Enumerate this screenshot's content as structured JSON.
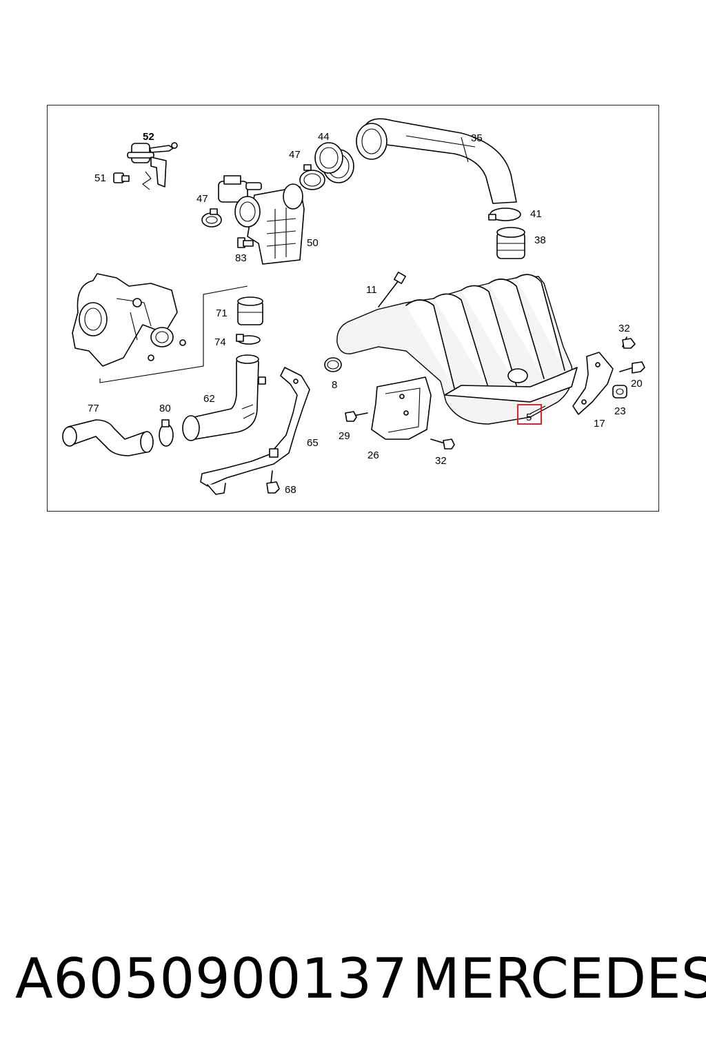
{
  "diagram": {
    "callouts": [
      {
        "id": "c52",
        "text": "52",
        "bold": true
      },
      {
        "id": "c51",
        "text": "51"
      },
      {
        "id": "c47a",
        "text": "47"
      },
      {
        "id": "c44",
        "text": "44"
      },
      {
        "id": "c35",
        "text": "35"
      },
      {
        "id": "c47b",
        "text": "47"
      },
      {
        "id": "c50",
        "text": "50"
      },
      {
        "id": "c83",
        "text": "83"
      },
      {
        "id": "c41",
        "text": "41"
      },
      {
        "id": "c38",
        "text": "38"
      },
      {
        "id": "c11",
        "text": "11"
      },
      {
        "id": "c71",
        "text": "71"
      },
      {
        "id": "c74",
        "text": "74"
      },
      {
        "id": "c32a",
        "text": "32"
      },
      {
        "id": "c20",
        "text": "20"
      },
      {
        "id": "c8",
        "text": "8"
      },
      {
        "id": "c23",
        "text": "23"
      },
      {
        "id": "c5",
        "text": "5",
        "highlighted": true
      },
      {
        "id": "c17",
        "text": "17"
      },
      {
        "id": "c77",
        "text": "77"
      },
      {
        "id": "c80",
        "text": "80"
      },
      {
        "id": "c62",
        "text": "62"
      },
      {
        "id": "c29",
        "text": "29"
      },
      {
        "id": "c65",
        "text": "65"
      },
      {
        "id": "c26",
        "text": "26"
      },
      {
        "id": "c32b",
        "text": "32"
      },
      {
        "id": "c68",
        "text": "68"
      }
    ],
    "highlight_color": "#e0242b"
  },
  "footer": {
    "part_number": "A6050900137",
    "brand": "MERCEDES"
  }
}
